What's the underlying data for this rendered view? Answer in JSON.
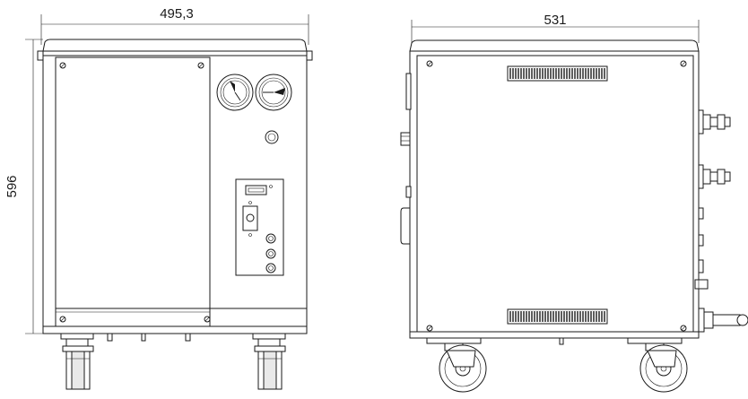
{
  "dimensions": {
    "front_width": "495,3",
    "front_height": "596",
    "side_width": "531"
  },
  "views": [
    "front-view",
    "side-view"
  ]
}
